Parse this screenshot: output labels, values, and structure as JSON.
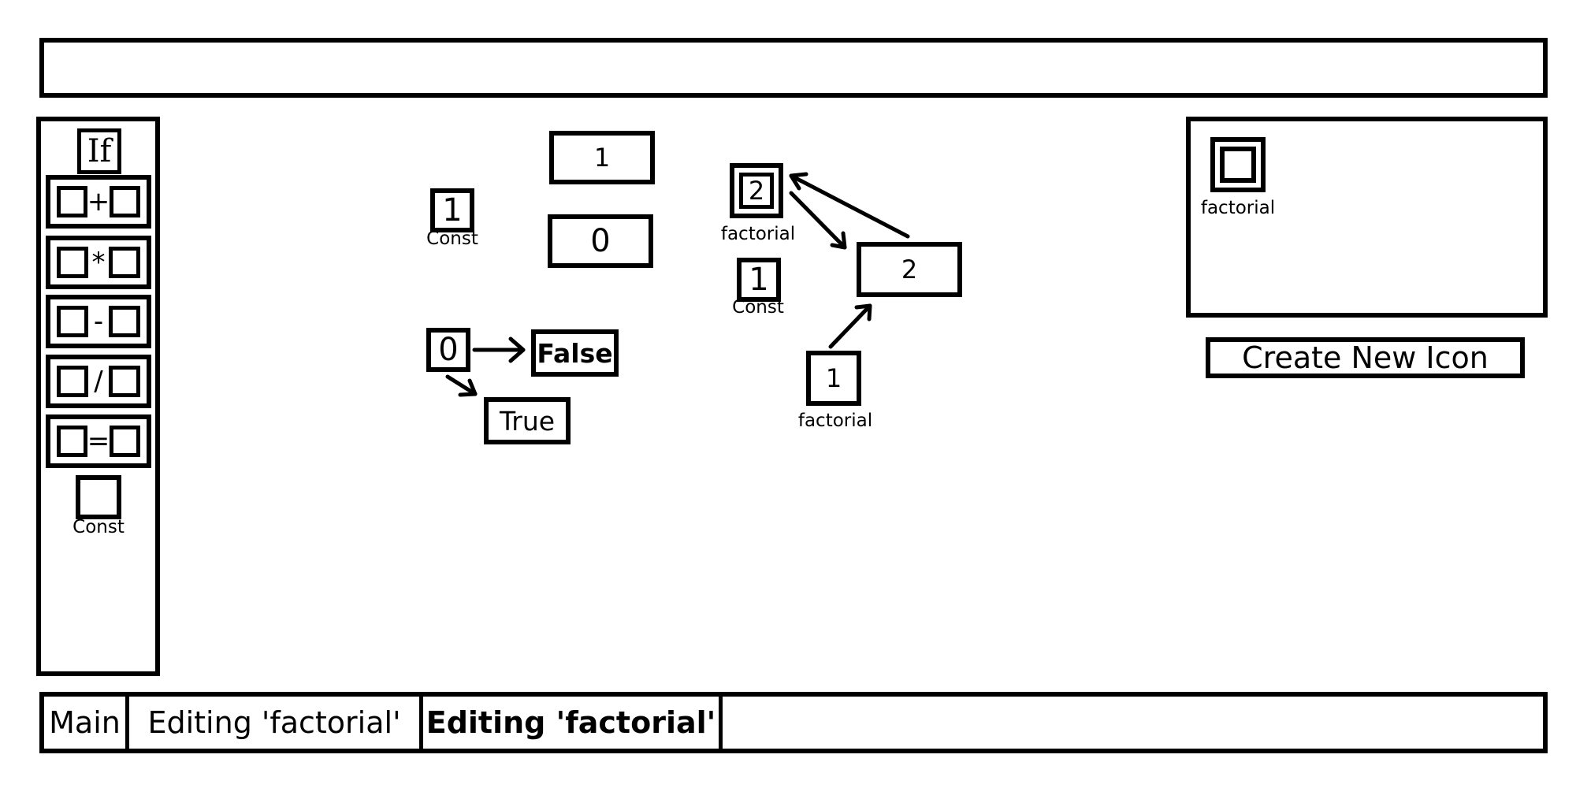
{
  "palette": {
    "if_label": "If",
    "ops": [
      {
        "symbol": "+"
      },
      {
        "symbol": "*"
      },
      {
        "symbol": "-"
      },
      {
        "symbol": "/"
      },
      {
        "symbol": "="
      }
    ],
    "const_label": "Const"
  },
  "canvas": {
    "const_a_value": "1",
    "const_a_label": "Const",
    "box_1_value": "1",
    "box_0_value": "0",
    "zero_node_value": "0",
    "false_label": "False",
    "true_label": "True",
    "factorial_2_value": "2",
    "factorial_2_label": "factorial",
    "const_b_value": "1",
    "const_b_label": "Const",
    "box_2_value": "2",
    "factorial_1_value": "1",
    "factorial_1_label": "factorial"
  },
  "icon_panel": {
    "icon_label": "factorial",
    "create_button": "Create New Icon"
  },
  "tabs": [
    {
      "label": "Main"
    },
    {
      "label": "Editing 'factorial'"
    },
    {
      "label": "Editing 'factorial'"
    }
  ],
  "icons": {
    "arrow": "arrow-icon"
  }
}
